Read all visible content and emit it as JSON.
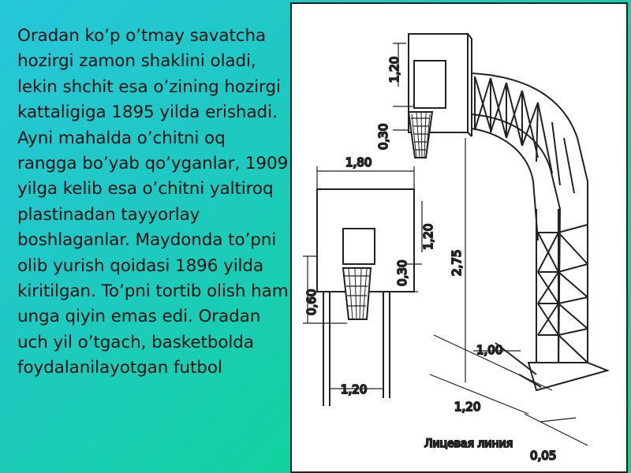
{
  "slide": {
    "paragraph": "Oradan ko’p o’tmay savatcha hozirgi zamon shaklini oladi, lekin shchit esa o’zining hozirgi kattaligiga 1895 yilda erishadi. Ayni mahalda o’chitni oq rangga bo’yab qo’yganlar, 1909 yilga kelib esa o’chitni yaltiroq plastinadan tayyorlay boshlaganlar. Maydonda to’pni olib yurish qoidasi 1896 yilda kiritilgan. To’pni tortib olish ham unga qiyin emas edi. Oradan uch yil o’tgach, basketbolda foydalanilayotgan futbol"
  },
  "figure": {
    "icon": "basketball-hoop-diagram",
    "dimensions": {
      "board_width": "1,80",
      "board_height_front": "1,20",
      "hoop_offset_front": "0,30",
      "net_height": "0,60",
      "post_spacing": "1,20",
      "board_height_back": "1,20",
      "hoop_offset_back": "0,30",
      "rim_height": "2,75",
      "overhang": "1,00",
      "base_distance": "1,20",
      "line_gap": "0,05"
    },
    "caption": "Лицевая линия"
  },
  "colors": {
    "gradient_start": "#26c6da",
    "gradient_end": "#0fd68f",
    "text": "#111111",
    "drawing": "#222222"
  }
}
